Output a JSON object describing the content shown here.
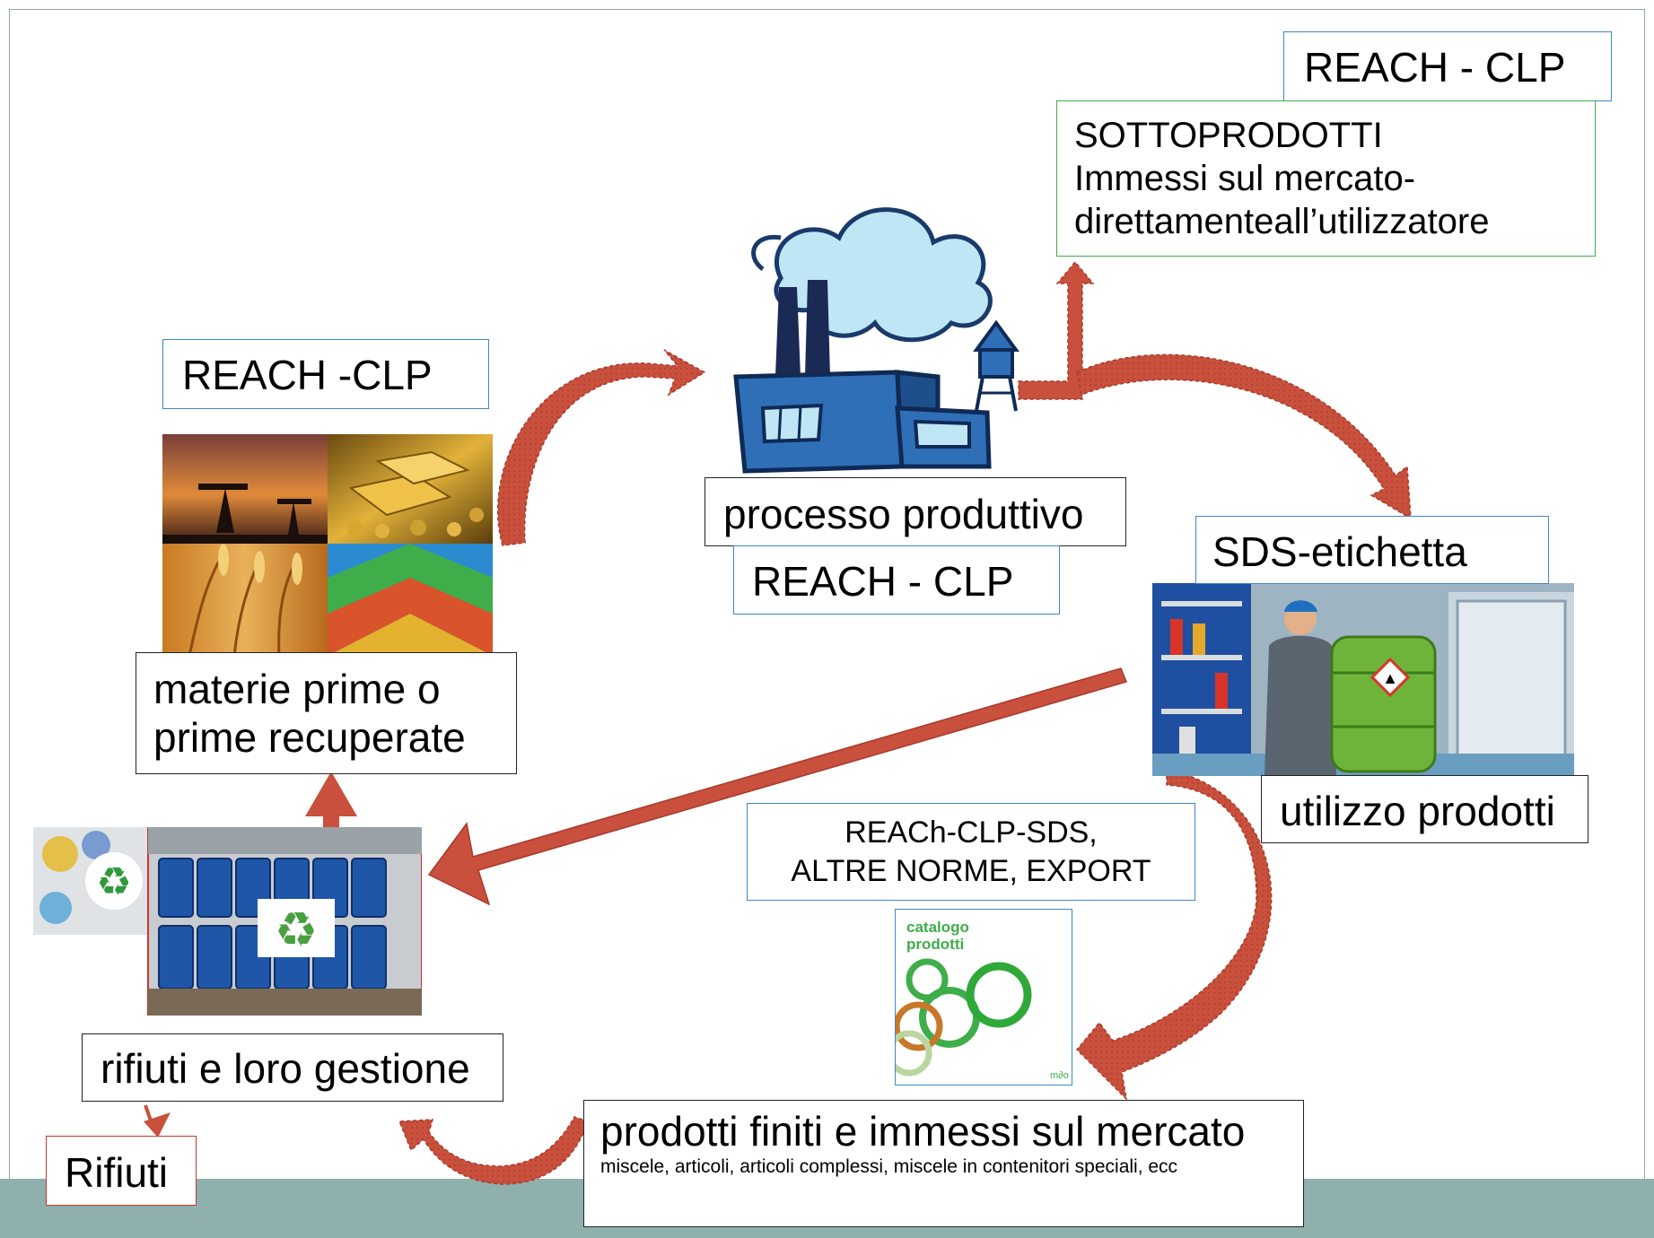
{
  "labels": {
    "reach_top_right": "REACH - CLP",
    "sottoprodotti_line1": "SOTTOPRODOTTI",
    "sottoprodotti_line2": "Immessi sul mercato-",
    "sottoprodotti_line3": "direttamenteall’utilizzatore",
    "reach_left": "REACH -CLP",
    "processo": "processo produttivo",
    "reach_center": "REACH - CLP",
    "sds": "SDS-etichetta",
    "materie_line1": "materie prime o",
    "materie_line2": "prime recuperate",
    "utilizzo": "utilizzo prodotti",
    "reach_sds_line1": "REACh-CLP-SDS,",
    "reach_sds_line2": "ALTRE NORME, EXPORT",
    "catalogo_line1": "catalogo",
    "catalogo_line2": "prodotti",
    "rifiuti_gestione": "rifiuti e loro gestione",
    "rifiuti": "Rifiuti",
    "prodotti_title": "prodotti finiti e immessi sul mercato",
    "prodotti_sub": "miscele, articoli, articoli complessi,  miscele in contenitori speciali, ecc"
  },
  "colors": {
    "arrow": "#c8503c",
    "border_black": "#222222",
    "border_blue": "#3f86c6",
    "border_green": "#3fae4a",
    "border_red": "#c8372f",
    "footer_band": "#8fb0ad"
  },
  "icons": [
    "factory-icon",
    "raw-materials-photo",
    "worker-drum-photo",
    "recycle-barrels-photo",
    "catalog-cover-icon",
    "curved-arrow"
  ]
}
